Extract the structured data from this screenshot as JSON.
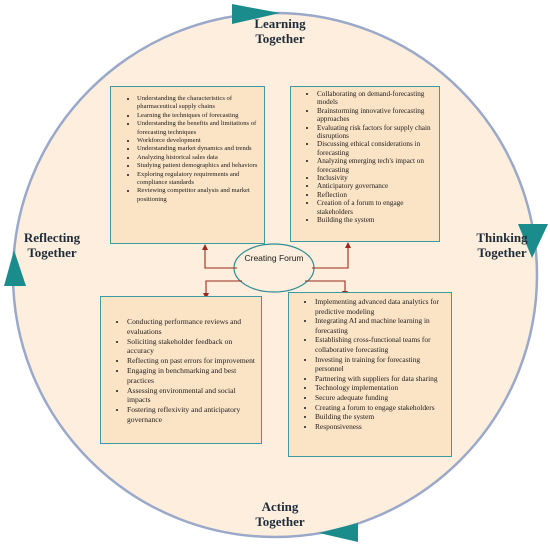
{
  "phases": {
    "learning": [
      "Learning",
      "Together"
    ],
    "thinking": [
      "Thinking",
      "Together"
    ],
    "acting": [
      "Acting",
      "Together"
    ],
    "reflecting": [
      "Reflecting",
      "Together"
    ]
  },
  "center_node": {
    "label": "Creating Forum"
  },
  "boxes": {
    "learning": [
      "Understanding the characteristics of pharmaceutical supply chains",
      "Learning the techniques of forecasting",
      "Understanding the benefits and limitations of forecasting techniques",
      "Workforce development",
      "Understanding market dynamics and trends",
      "Analyzing historical sales data",
      "Studying patient demographics and behaviors",
      "Exploring regulatory requirements and compliance standards",
      "Reviewing competitor analysis and market positioning"
    ],
    "thinking": [
      "Collaborating on demand-forecasting models",
      "Brainstorming innovative forecasting approaches",
      "Evaluating risk factors for supply chain disruptions",
      "Discussing ethical considerations in forecasting",
      "Analyzing emerging tech's impact on forecasting",
      "Inclusivity",
      "Anticipatory governance",
      "Reflection",
      "Creation of a forum to engage stakeholders",
      "Building the system"
    ],
    "reflecting": [
      "Conducting performance reviews and evaluations",
      "Soliciting stakeholder feedback on accuracy",
      "Reflecting on past errors for improvement",
      "Engaging in benchmarking and best practices",
      "Assessing environmental and social impacts",
      "Fostering reflexivity and anticipatory governance"
    ],
    "acting": [
      "Implementing advanced data analytics for predictive modeling",
      "Integrating AI and machine learning in forecasting",
      "Establishing cross-functional teams for collaborative forecasting",
      "Investing in training for forecasting personnel",
      "Partnering with suppliers for data sharing",
      "Technology implementation",
      "Secure adequate funding",
      "Creating a forum to engage stakeholders",
      "Building the system",
      "Responsiveness"
    ]
  },
  "colors": {
    "disc_fill": "#fdeedd",
    "ring": "#9aa8c9",
    "cycle_arrow": "#1a8c8c",
    "box_fill": "#fbe3c6",
    "box_border": "#3c9aa2",
    "connector": "#9b2a1c"
  }
}
